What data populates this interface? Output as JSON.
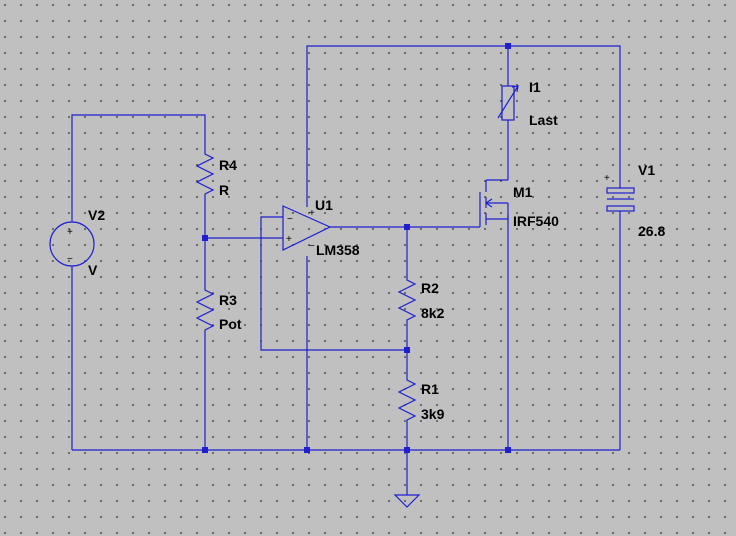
{
  "components": {
    "v2": {
      "name": "V2",
      "value": "V"
    },
    "r4": {
      "name": "R4",
      "value": "R"
    },
    "r3": {
      "name": "R3",
      "value": "Pot"
    },
    "u1": {
      "name": "U1",
      "value": "LM358"
    },
    "r2": {
      "name": "R2",
      "value": "8k2"
    },
    "r1": {
      "name": "R1",
      "value": "3k9"
    },
    "i1": {
      "name": "I1",
      "value": "Last"
    },
    "m1": {
      "name": "M1",
      "value": "IRF540"
    },
    "v1": {
      "name": "V1",
      "value": "26.8"
    }
  },
  "polarity": {
    "plus": "+",
    "minus": "−"
  },
  "colors": {
    "wire": "#1f1fd0",
    "background": "#c0c0c0",
    "grid_dot": "#404040",
    "text": "#000000"
  }
}
